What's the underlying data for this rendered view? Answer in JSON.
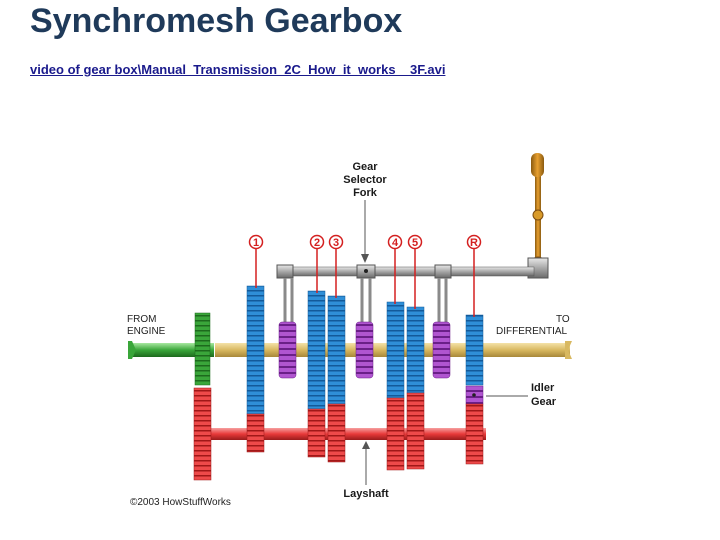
{
  "slide": {
    "title": "Synchromesh Gearbox",
    "link_text": "video of gear box\\Manual_Transmission_2C_How_it_works__3F.avi"
  },
  "diagram": {
    "label_selector_fork": [
      "Gear",
      "Selector",
      "Fork"
    ],
    "label_from_engine": [
      "FROM",
      "ENGINE"
    ],
    "label_to_diff": [
      "TO",
      "DIFFERENTIAL"
    ],
    "label_idler": [
      "Idler",
      "Gear"
    ],
    "label_layshaft": "Layshaft",
    "gear_numbers": [
      "1",
      "2",
      "3",
      "4",
      "5",
      "R"
    ],
    "copyright": "©2003 HowStuffWorks"
  },
  "colors": {
    "input_gear": "#3aa63a",
    "output_gear": "#2f8fd8",
    "layshaft_gear": "#e83a3a",
    "collar": "#a040c0",
    "output_shaft": "#d8b860",
    "accent_red": "#d42020",
    "title": "#1f3a5a"
  }
}
